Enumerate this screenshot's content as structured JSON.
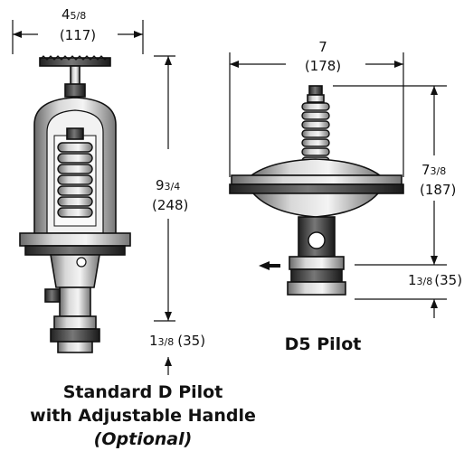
{
  "left_pilot": {
    "width_whole": "4",
    "width_frac": "5/8",
    "width_mm": "(117)",
    "height_whole": "9",
    "height_frac": "3/4",
    "height_mm": "(248)",
    "bottom_whole": "1",
    "bottom_frac": "3/8",
    "bottom_mm": "(35)",
    "caption_line1": "Standard D Pilot",
    "caption_line2": "with Adjustable Handle",
    "caption_line3": "(Optional)"
  },
  "right_pilot": {
    "width_in": "7",
    "width_mm": "(178)",
    "height_whole": "7",
    "height_frac": "3/8",
    "height_mm": "(187)",
    "bottom_whole": "1",
    "bottom_frac": "3/8",
    "bottom_mm": "(35)",
    "caption": "D5 Pilot"
  }
}
